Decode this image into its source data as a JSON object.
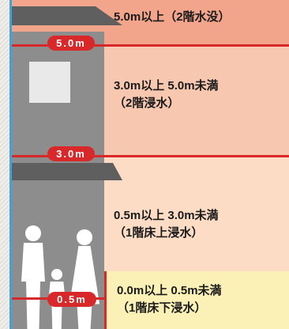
{
  "levels": {
    "level_5": "5.0m",
    "level_3": "3.0m",
    "level_05": "0.5m"
  },
  "bands": [
    {
      "line1": "5.0m以上（2階水没）",
      "line2": ""
    },
    {
      "line1": "3.0m以上 5.0m未満",
      "line2": "（2階浸水）"
    },
    {
      "line1": "0.5m以上 3.0m未満",
      "line2": "（1階床上浸水）"
    },
    {
      "line1": "0.0m以上 0.5m未満",
      "line2": "（1階床下浸水）"
    }
  ],
  "colors": {
    "band_5m_plus": "#f3a58c",
    "band_3_to_5": "#f8c7b0",
    "band_05_to_3": "#fddcc5",
    "band_0_to_05": "#fbf1b6",
    "water_line": "#d9282a"
  }
}
